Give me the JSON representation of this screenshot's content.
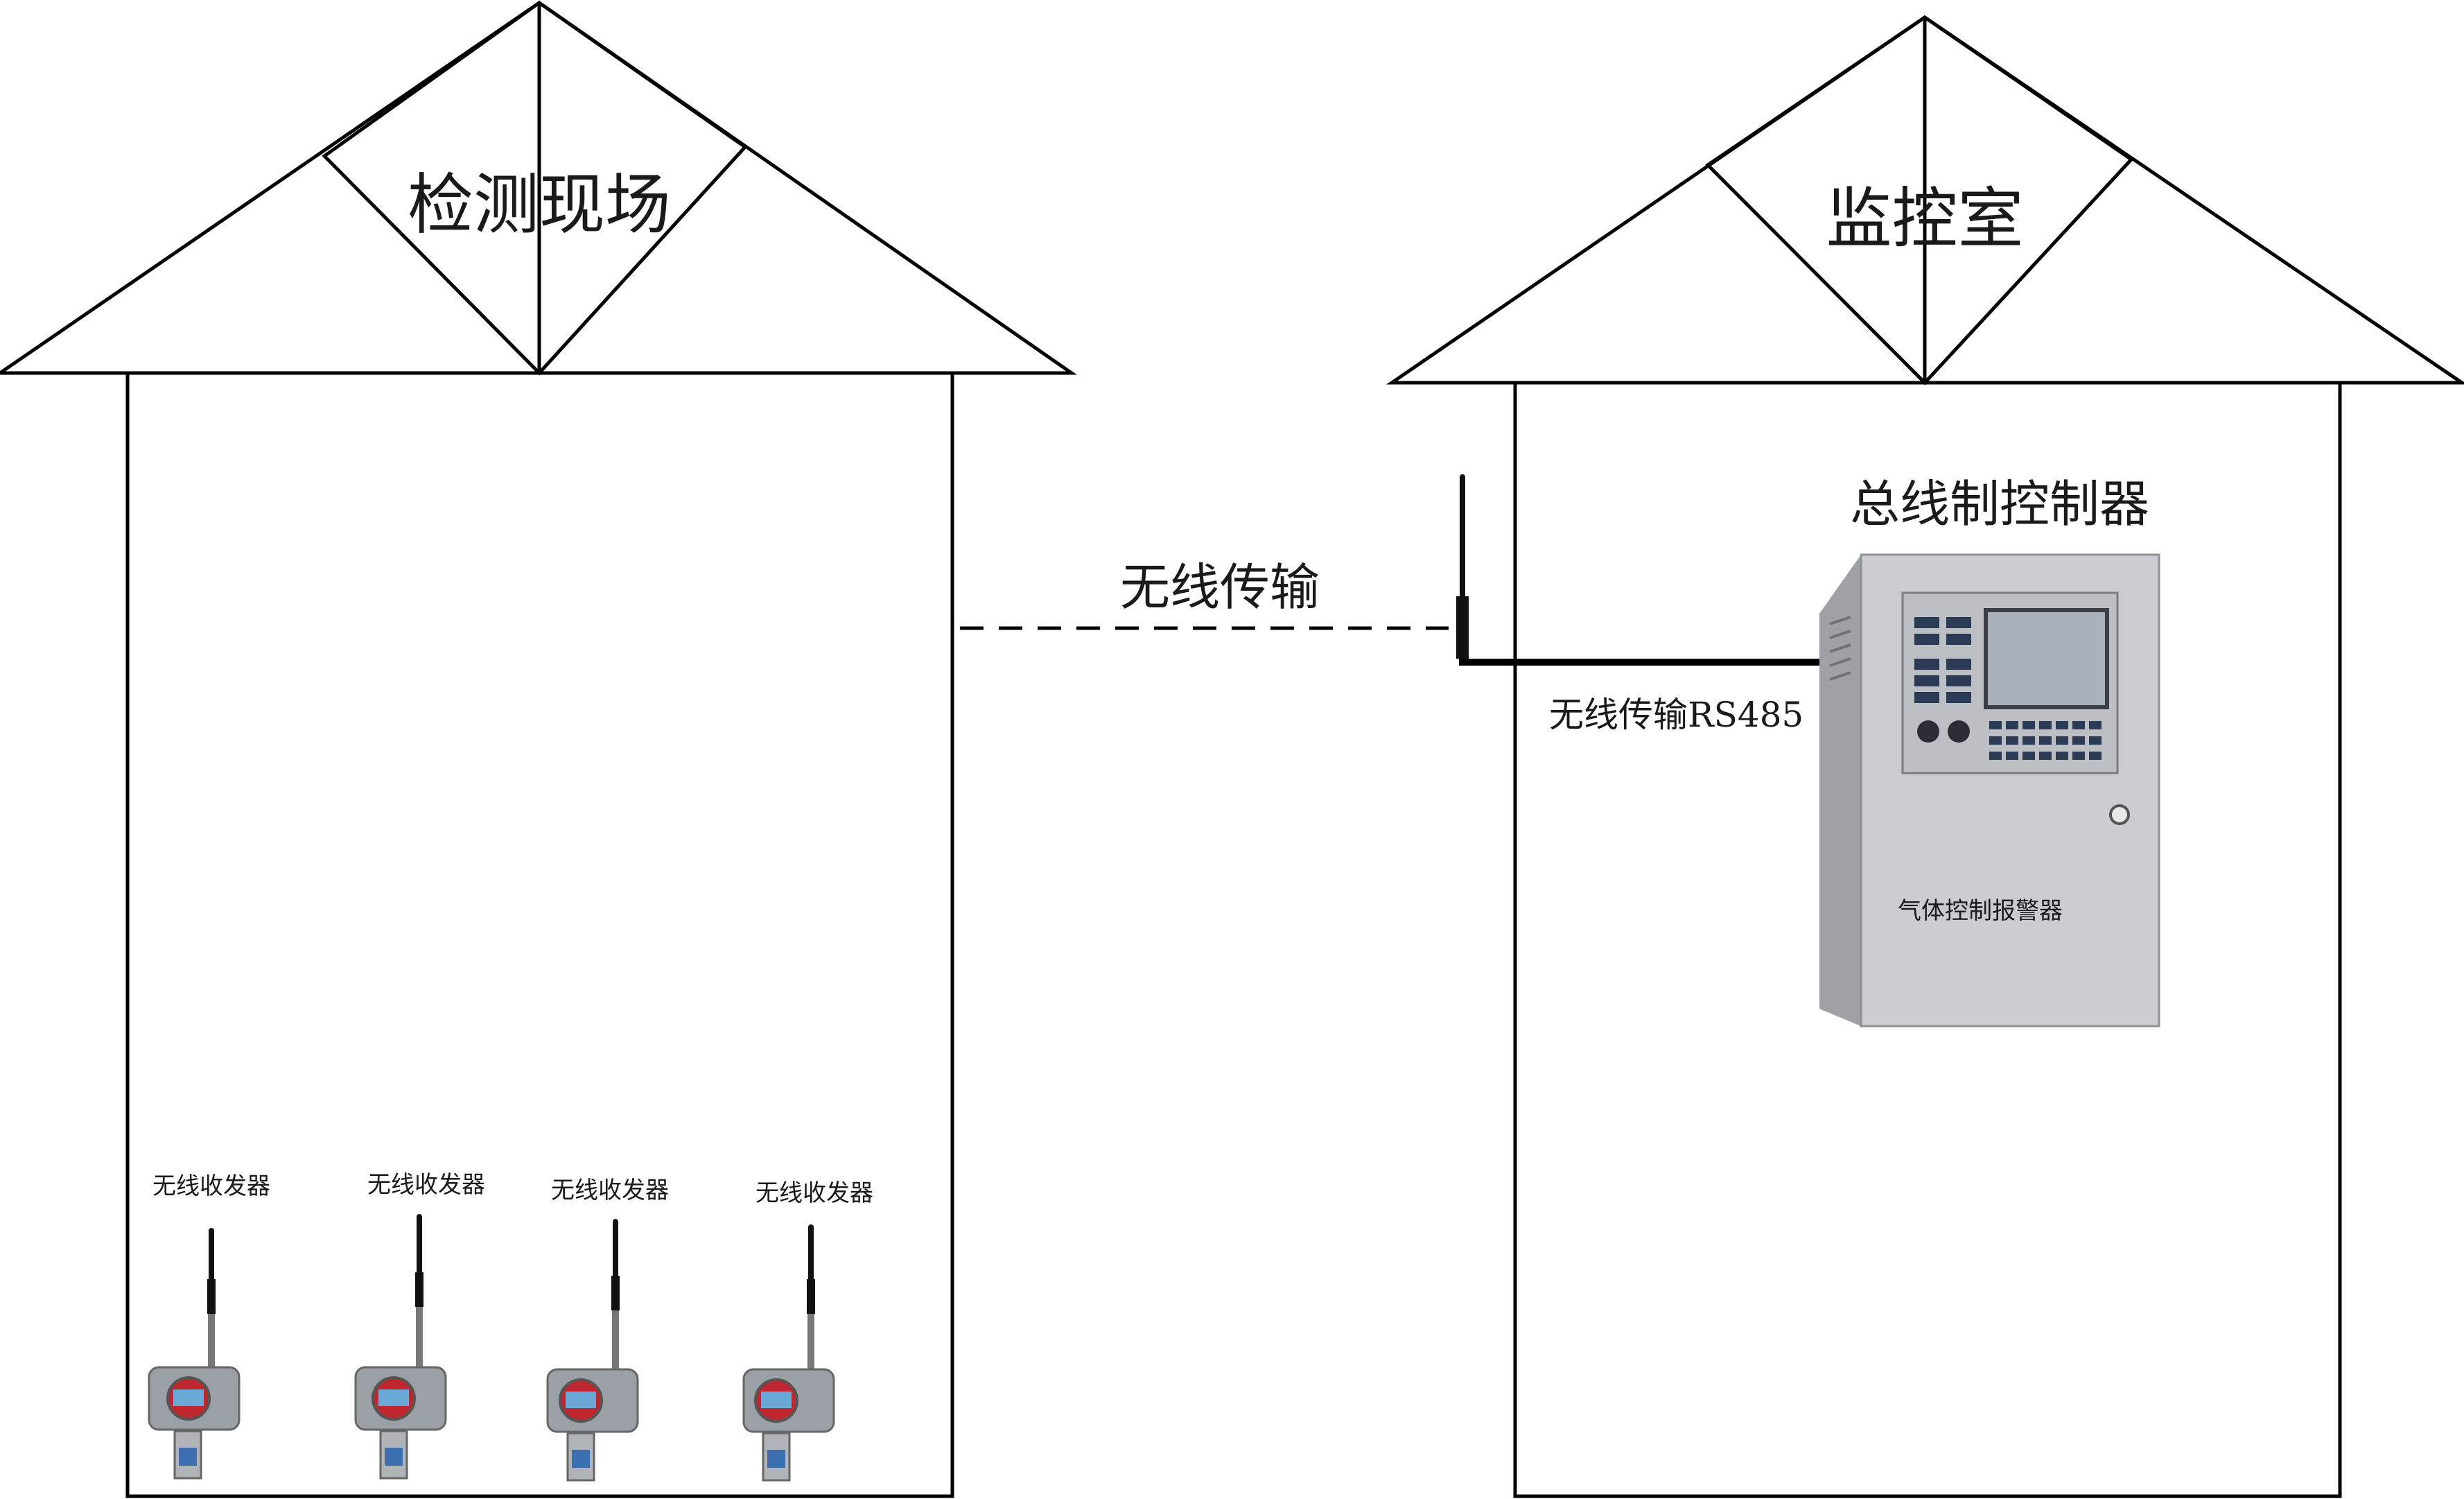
{
  "left_house": {
    "roof_label": "检测现场"
  },
  "right_house": {
    "roof_label": "监控室"
  },
  "link": {
    "wireless_label": "无线传输"
  },
  "controller": {
    "title": "总线制控制器",
    "rs485_label": "无线传输RS485",
    "panel_caption": "气体控制报警器",
    "panel_color": "#c9ccd0"
  },
  "transceivers": [
    {
      "label": "无线收发器"
    },
    {
      "label": "无线收发器"
    },
    {
      "label": "无线收发器"
    },
    {
      "label": "无线收发器"
    }
  ],
  "colors": {
    "line": "#000000",
    "panel": "#c9ccd0",
    "screen": "#a9b2bc",
    "sensor_body": "#9aa0a6",
    "sensor_display": "#c0262d"
  }
}
